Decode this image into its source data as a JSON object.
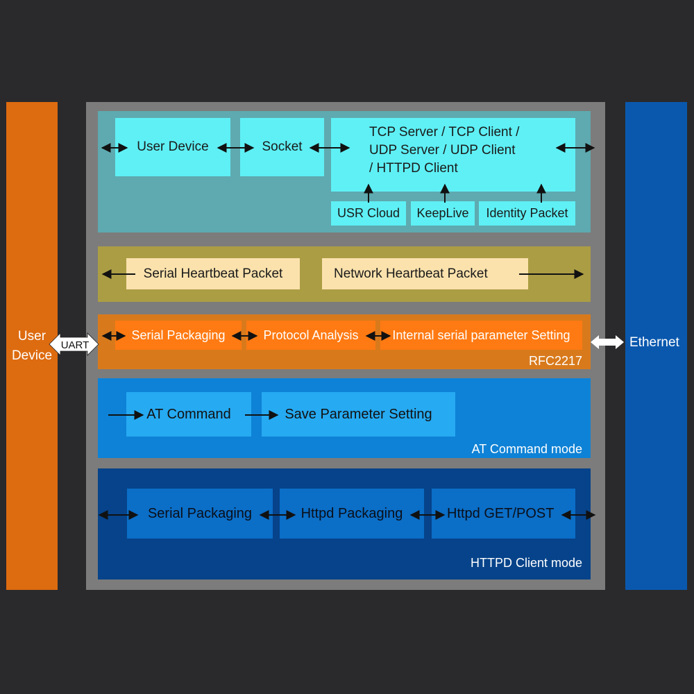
{
  "left_panel": {
    "line1": "User",
    "line2": "Device",
    "uart": "UART"
  },
  "right_panel": {
    "label": "Ethernet"
  },
  "network_layer": {
    "user_device": "User Device",
    "socket": "Socket",
    "protocols": [
      "TCP Server / TCP Client /",
      "UDP Server / UDP Client",
      "/ HTTPD Client"
    ],
    "features": [
      "USR Cloud",
      "KeepLive",
      "Identity Packet"
    ]
  },
  "heartbeat_layer": {
    "serial": "Serial Heartbeat Packet",
    "network": "Network Heartbeat Packet"
  },
  "rfc_layer": {
    "items": [
      "Serial Packaging",
      "Protocol Analysis",
      "Internal serial parameter Setting"
    ],
    "label": "RFC2217"
  },
  "at_layer": {
    "items": [
      "AT Command",
      "Save Parameter Setting"
    ],
    "label": "AT Command mode"
  },
  "httpd_layer": {
    "items": [
      "Serial Packaging",
      "Httpd Packaging",
      "Httpd GET/POST"
    ],
    "label": "HTTPD Client mode"
  },
  "colors": {
    "user_device_bar": "#dd6b10",
    "ethernet_bar": "#0a58ae",
    "network_layer": "#5eaab0",
    "heartbeat_layer": "#ab9d44",
    "rfc_layer": "#d87a1c",
    "at_layer": "#0e82d6",
    "httpd_layer": "#06438a"
  }
}
